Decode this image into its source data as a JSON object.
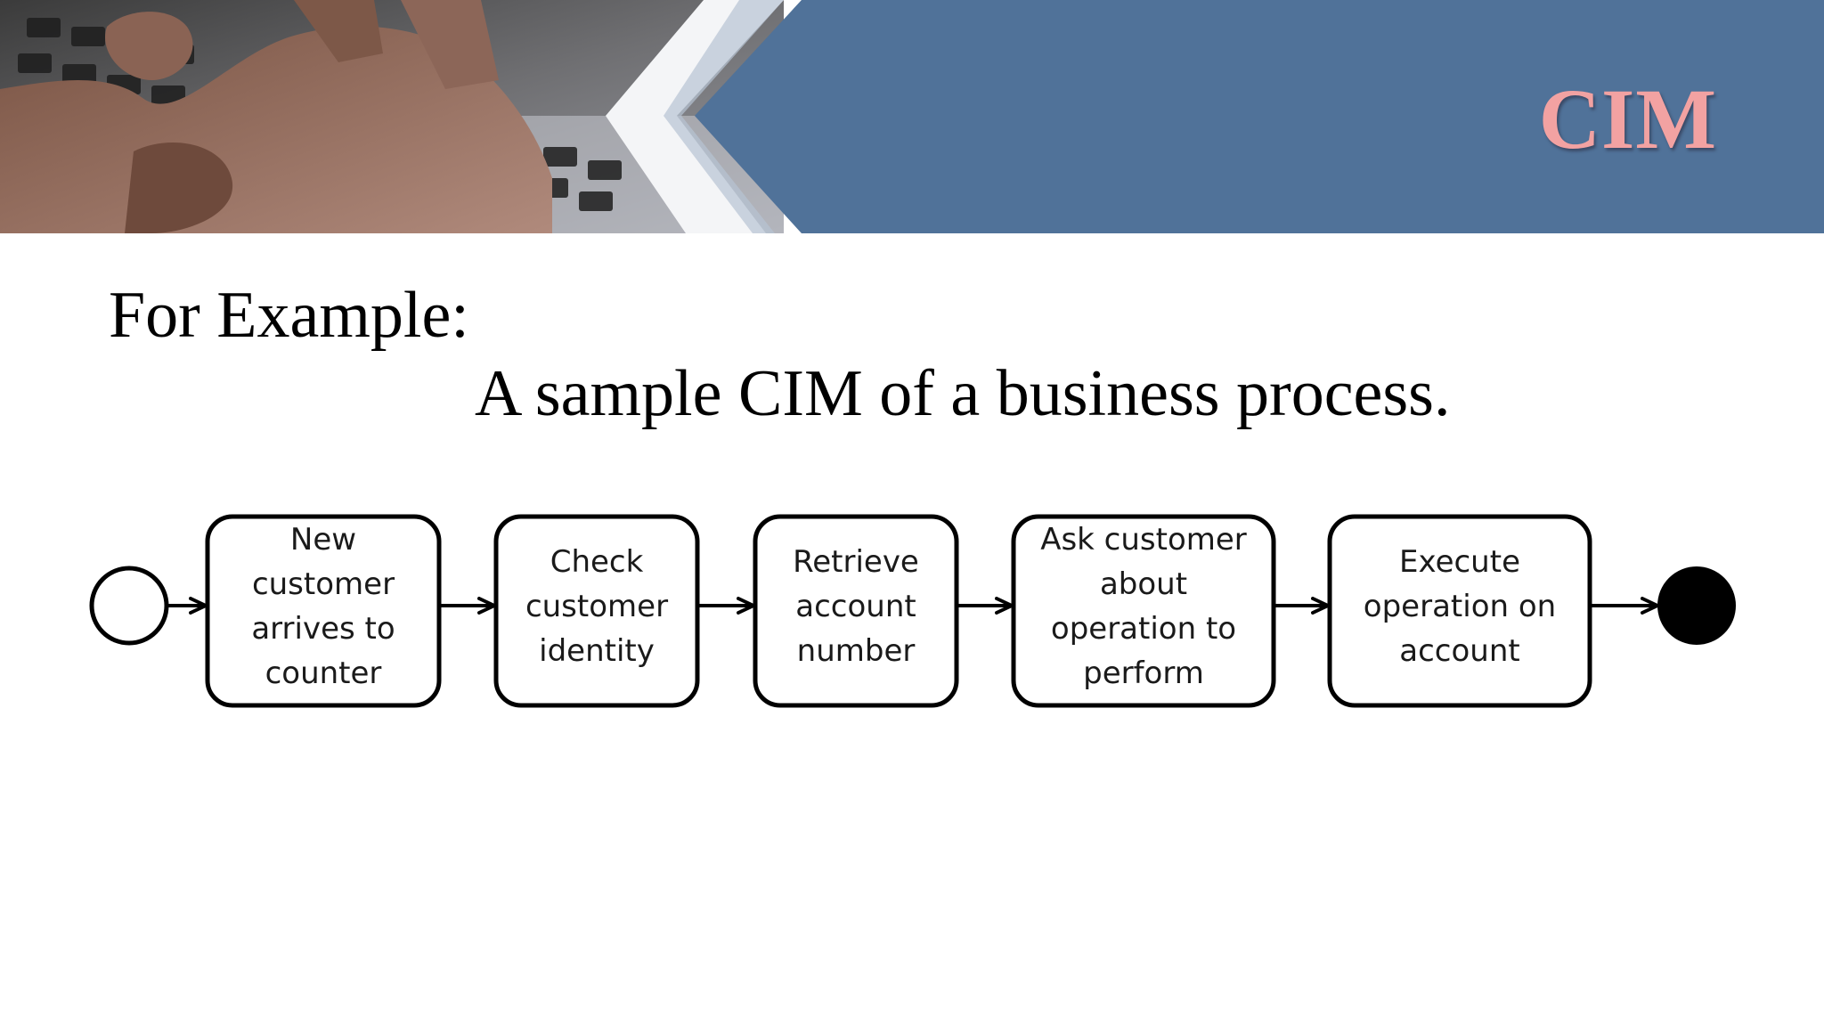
{
  "slide": {
    "title": "CIM",
    "heading": "For Example:",
    "caption": "A sample CIM of a business process."
  },
  "colors": {
    "banner_blue": "#4d6e95",
    "banner_blue_light": "#5d7fa6",
    "title_pink": "#f2a2a2",
    "diagram_stroke": "#000000"
  },
  "diagram": {
    "start_node": "initial-node",
    "end_node": "final-node",
    "steps": [
      {
        "lines": [
          "New",
          "customer",
          "arrives to",
          "counter"
        ]
      },
      {
        "lines": [
          "Check",
          "customer",
          "identity"
        ]
      },
      {
        "lines": [
          "Retrieve",
          "account",
          "number"
        ]
      },
      {
        "lines": [
          "Ask customer",
          "about",
          "operation to",
          "perform"
        ]
      },
      {
        "lines": [
          "Execute",
          "operation on",
          "account"
        ]
      }
    ]
  }
}
